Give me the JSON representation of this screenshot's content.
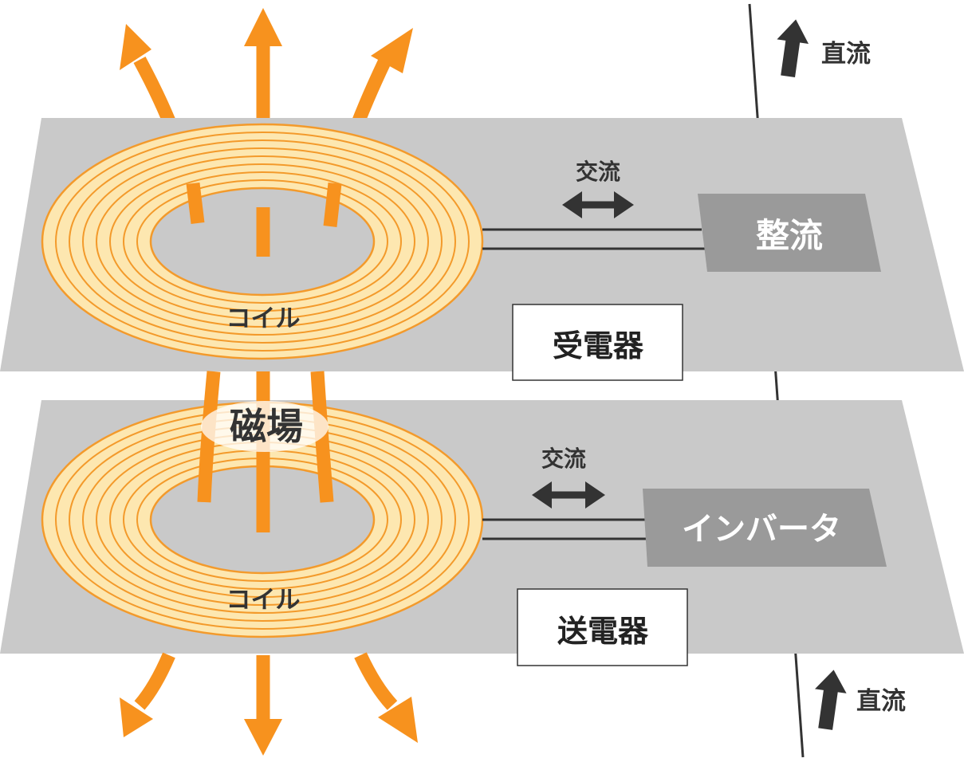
{
  "labels": {
    "dc_top": "直流",
    "dc_bottom": "直流",
    "ac_top": "交流",
    "ac_bottom": "交流",
    "rectifier": "整流",
    "inverter": "インバータ",
    "receiver": "受電器",
    "transmitter": "送電器",
    "coil_top": "コイル",
    "coil_bottom": "コイル",
    "magnetic_field": "磁場"
  },
  "colors": {
    "plate": "#c9c9c9",
    "coil_fill": "#fde7b0",
    "coil_stroke": "#f39a2b",
    "field_arrow": "#f7921e",
    "dark": "#333333",
    "block": "#9a9a9a"
  },
  "coil_turns": 8
}
